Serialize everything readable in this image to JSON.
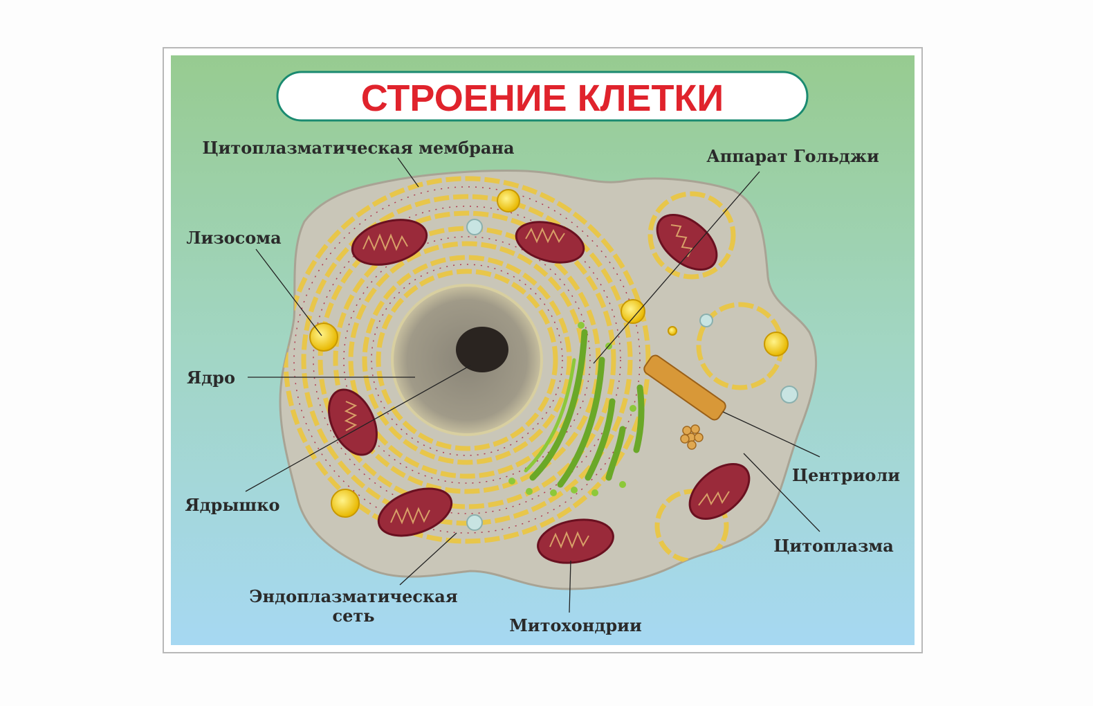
{
  "poster": {
    "title": "СТРОЕНИЕ КЛЕТКИ",
    "title_color": "#e0232c",
    "labels": {
      "membrane": "Цитоплазматическая мембрана",
      "golgi": "Аппарат Гольджи",
      "lysosome": "Лизосома",
      "nucleus": "Ядро",
      "nucleolus": "Ядрышко",
      "er_line1": "Эндоплазматическая",
      "er_line2": "сеть",
      "mitochondria": "Митохондрии",
      "centrioles": "Центриоли",
      "cytoplasm": "Цитоплазма"
    }
  }
}
